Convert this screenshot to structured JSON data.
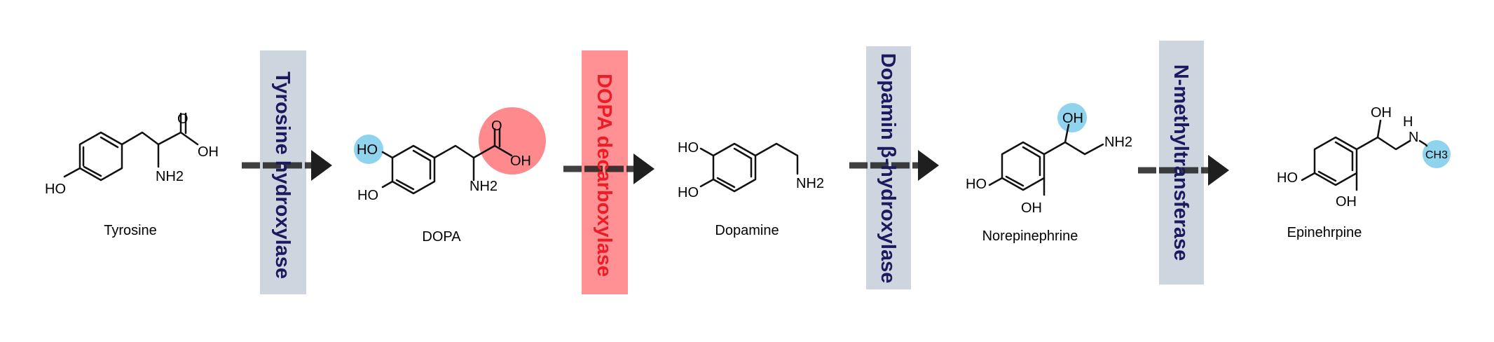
{
  "colors": {
    "enzyme_box": "#cdd6df",
    "enzyme_box_highlight": "#ff9195",
    "enzyme_text": "#1c1a5e",
    "enzyme_text_highlight": "#ee1c25",
    "highlight_blue": "#8fd3ec",
    "highlight_red": "#ff8a8e",
    "arrow": "#1f1f1f"
  },
  "molecules": [
    {
      "name": "Tyrosine",
      "labels": {
        "oh": "HO",
        "o": "O",
        "cooh": "OH",
        "nh2": "NH2"
      }
    },
    {
      "name": "DOPA",
      "labels": {
        "ho_top": "HO",
        "ho_bottom": "HO",
        "o": "O",
        "cooh": "OH",
        "nh2": "NH2"
      }
    },
    {
      "name": "Dopamine",
      "labels": {
        "ho_top": "HO",
        "ho_bottom": "HO",
        "nh2": "NH2"
      }
    },
    {
      "name": "Norepinephrine",
      "labels": {
        "oh": "OH",
        "nh2": "NH2",
        "ho": "HO",
        "oh_ring": "OH"
      }
    },
    {
      "name": "Epinehrpine",
      "labels": {
        "oh": "OH",
        "nh": "H",
        "n": "N",
        "ch3": "CH3",
        "ho": "HO",
        "oh_ring": "OH"
      }
    }
  ],
  "enzymes": [
    {
      "label": "Tyrosine hydroxylase",
      "highlight": false
    },
    {
      "label": "DOPA decarboxylase",
      "highlight": true
    },
    {
      "label": "Dopamin β-hydroxylase",
      "highlight": false
    },
    {
      "label": "N-methyltransferase",
      "highlight": false
    }
  ]
}
